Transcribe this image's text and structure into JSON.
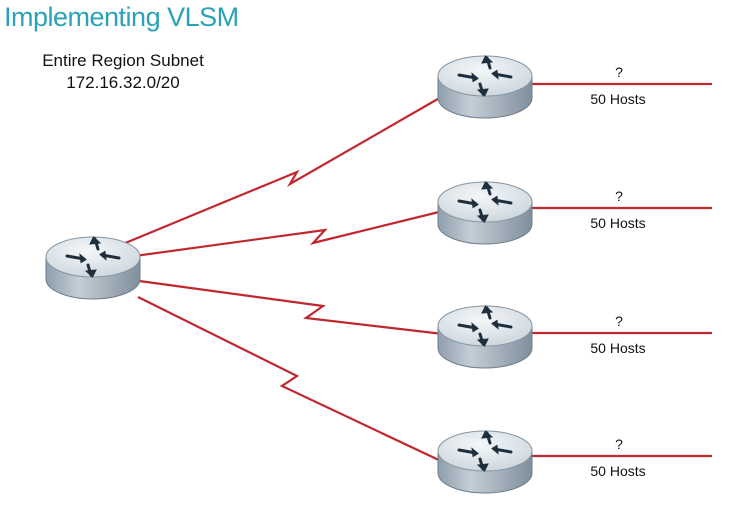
{
  "title": "Implementing VLSM",
  "region": {
    "line1": "Entire Region Subnet",
    "line2": "172.16.32.0/20"
  },
  "colors": {
    "title": "#2aa3b8",
    "link": "#c0282f",
    "router_top": "#e3e9ee",
    "router_side": "#a9b7c3"
  },
  "branches": [
    {
      "subnet": "?",
      "hosts": "50 Hosts"
    },
    {
      "subnet": "?",
      "hosts": "50 Hosts"
    },
    {
      "subnet": "?",
      "hosts": "50 Hosts"
    },
    {
      "subnet": "?",
      "hosts": "50 Hosts"
    }
  ]
}
